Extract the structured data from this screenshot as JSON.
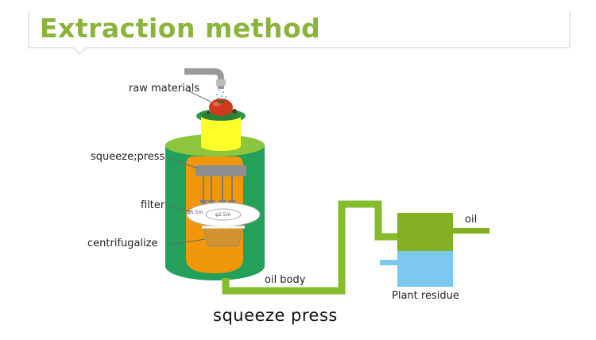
{
  "title": "Extraction method",
  "labels": {
    "raw_materials": "raw materials",
    "squeeze_press": "squeeze;press",
    "filter": "filter",
    "centrifugalize": "centrifugalize",
    "oil_body": "oil body",
    "oil": "oil",
    "plant_residue": "Plant residue"
  },
  "filter_sizes": {
    "outer": "φ1.5m",
    "inner": "φ2.5m"
  },
  "caption": "squeeze press",
  "colors": {
    "accent_green": "#8ab43c",
    "vessel_green": "#23a05a",
    "inner_orange": "#f0980a",
    "hopper_yellow": "#ffff2a",
    "pipe_green": "#84bc2c",
    "water_blue": "#7cc8ee"
  }
}
